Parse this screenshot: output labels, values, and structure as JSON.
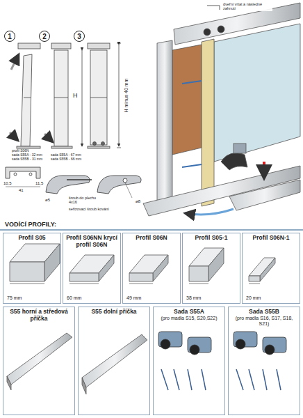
{
  "diagram": {
    "nodes": [
      {
        "text": [
          "1"
        ]
      },
      {
        "text": [
          "2"
        ]
      },
      {
        "text": [
          "3"
        ]
      },
      {
        "text": [
          "Profil S05",
          "75 mm"
        ]
      },
      {
        "text": [
          "Profil S06NN krycí profil S06N",
          "60 mm"
        ]
      },
      {
        "text": [
          "Profil S06N",
          "49 mm"
        ]
      },
      {
        "text": [
          "Profil S05-1",
          "38 mm"
        ]
      },
      {
        "text": [
          "Profil S06N-1",
          "20 mm"
        ]
      },
      {
        "text": [
          "S55 horní a středová příčka"
        ]
      },
      {
        "text": [
          "S55 dolní příčka"
        ]
      },
      {
        "text": [
          "Sada S55A",
          "(pro madla S15, S20,S22)"
        ]
      },
      {
        "text": [
          "Sada S55B",
          "(pro madla S16, S17, S18, S21)"
        ]
      }
    ],
    "labels": [
      "H",
      "H minus 40 mm",
      "dveřní vrtat a následně zahnutí",
      "profil S06N",
      "sada S55A - 32 mm",
      "sada S55B - 31 mm",
      "sada S55A - 67 mm",
      "sada S55B - 66 mm",
      "10,5",
      "41",
      "11,5",
      "ø5",
      "šroub do plechu 4x16",
      "ø8",
      "seřizovací šroub kování",
      "VODÍCÍ PROFILY:"
    ]
  }
}
